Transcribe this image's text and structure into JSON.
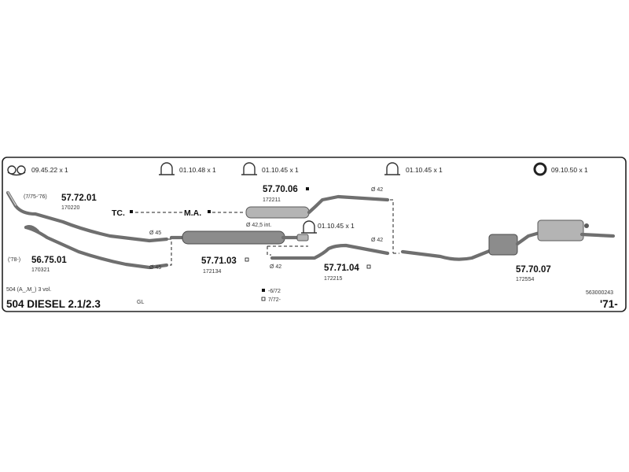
{
  "hardware": {
    "clamp_pair": "09.45.22 x 1",
    "clamp_1": "01.10.48 x 1",
    "clamp_2": "01.10.45 x 1",
    "clamp_3": "01.10.45 x 1",
    "clamp_4": "01.10.45 x 1",
    "ring": "09.10.50 x 1"
  },
  "parts": {
    "p1": {
      "number": "57.72.01",
      "code": "170220",
      "note": "(7/75-'76)"
    },
    "p2": {
      "number": "56.75.01",
      "code": "170321",
      "note": "('78-)"
    },
    "p3": {
      "number": "57.70.06",
      "code": "172211"
    },
    "p4": {
      "number": "57.71.03",
      "code": "172134"
    },
    "p5": {
      "number": "57.71.04",
      "code": "172215"
    },
    "p6": {
      "number": "57.70.07",
      "code": "172554"
    }
  },
  "diameters": {
    "d45a": "Ø 45",
    "d45b": "Ø 45",
    "d42a": "Ø 42",
    "d42b": "Ø 42",
    "d42c": "Ø 42",
    "d425": "Ø 42,5 int."
  },
  "labels": {
    "tc": "TC.",
    "ma": "M.A.",
    "variant": "504 (A_,M_) 3 vol.",
    "model": "504 DIESEL 2.1/2.3",
    "trim": "GL",
    "legend_pre": "-6/72",
    "legend_post": "7/72-",
    "ref": "563000243",
    "year": "'71-"
  },
  "icons": {
    "clamp_pair": "double-ring-clamp-icon",
    "u_clamp": "u-bolt-clamp-icon",
    "ring": "rubber-ring-icon",
    "square_dot": "filled-square-icon",
    "square_open": "open-square-icon"
  }
}
